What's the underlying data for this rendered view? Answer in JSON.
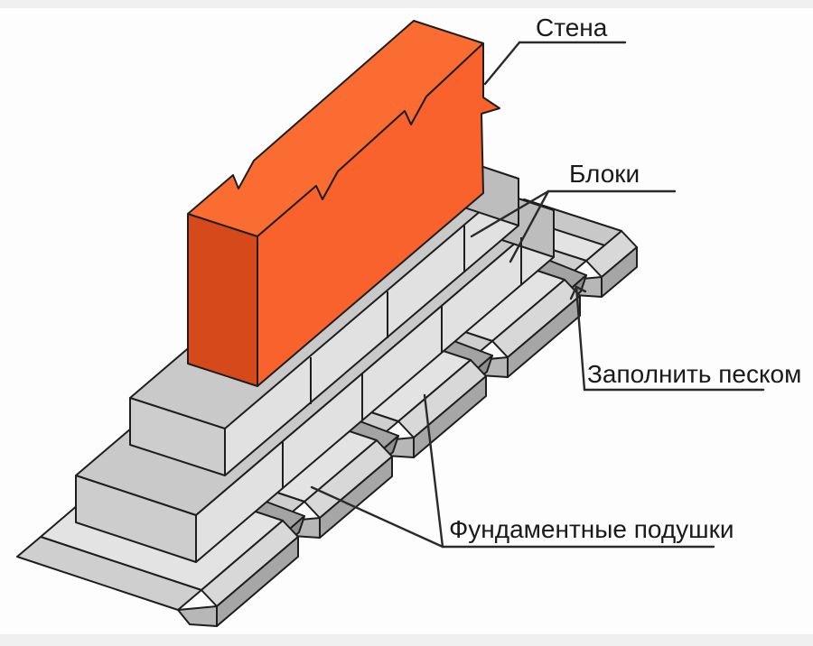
{
  "labels": {
    "wall": "Стена",
    "blocks": "Блоки",
    "sand": "Заполнить песком",
    "pads": "Фундаментные подушки"
  },
  "colors": {
    "wall_front": "#f9622c",
    "wall_top": "#fb6c33",
    "wall_end": "#d5491b",
    "outline": "#1e1e1e",
    "label_text": "#1a1a1a",
    "block_face": "#e1e1e1",
    "block_top_band": "#c9c9c9",
    "pad_top": "#e3e3e3",
    "pad_front": "#a6a6a6",
    "sand_fill": "#a3a3a3",
    "background": "#fdfdfd"
  }
}
